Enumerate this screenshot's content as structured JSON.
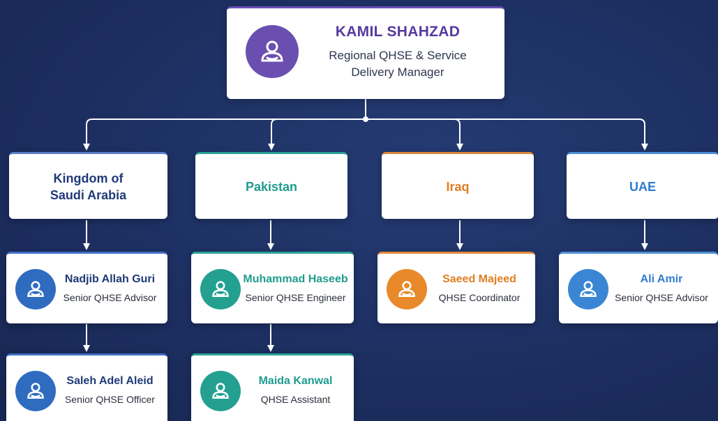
{
  "manager": {
    "name": "KAMIL SHAHZAD",
    "title_line1": "Regional QHSE & Service",
    "title_line2": "Delivery Manager"
  },
  "countries": [
    {
      "line1": "Kingdom of",
      "line2": "Saudi Arabia"
    },
    {
      "line1": "Pakistan"
    },
    {
      "line1": "Iraq"
    },
    {
      "line1": "UAE"
    }
  ],
  "staff": [
    {
      "name": "Nadjib Allah Guri",
      "role": "Senior QHSE Advisor"
    },
    {
      "name": "Muhammad Haseeb",
      "role": "Senior QHSE Engineer"
    },
    {
      "name": "Saeed Majeed",
      "role": "QHSE Coordinator"
    },
    {
      "name": "Ali Amir",
      "role": "Senior QHSE Advisor"
    },
    {
      "name": "Saleh Adel Aleid",
      "role": "Senior QHSE Officer"
    },
    {
      "name": "Maida Kanwal",
      "role": "QHSE Assistant"
    }
  ],
  "colors": {
    "purple": "#6b4fb0",
    "navy": "#1f3a78",
    "teal": "#1f9c8f",
    "orange": "#e07f24",
    "blue": "#2e7bcf"
  }
}
